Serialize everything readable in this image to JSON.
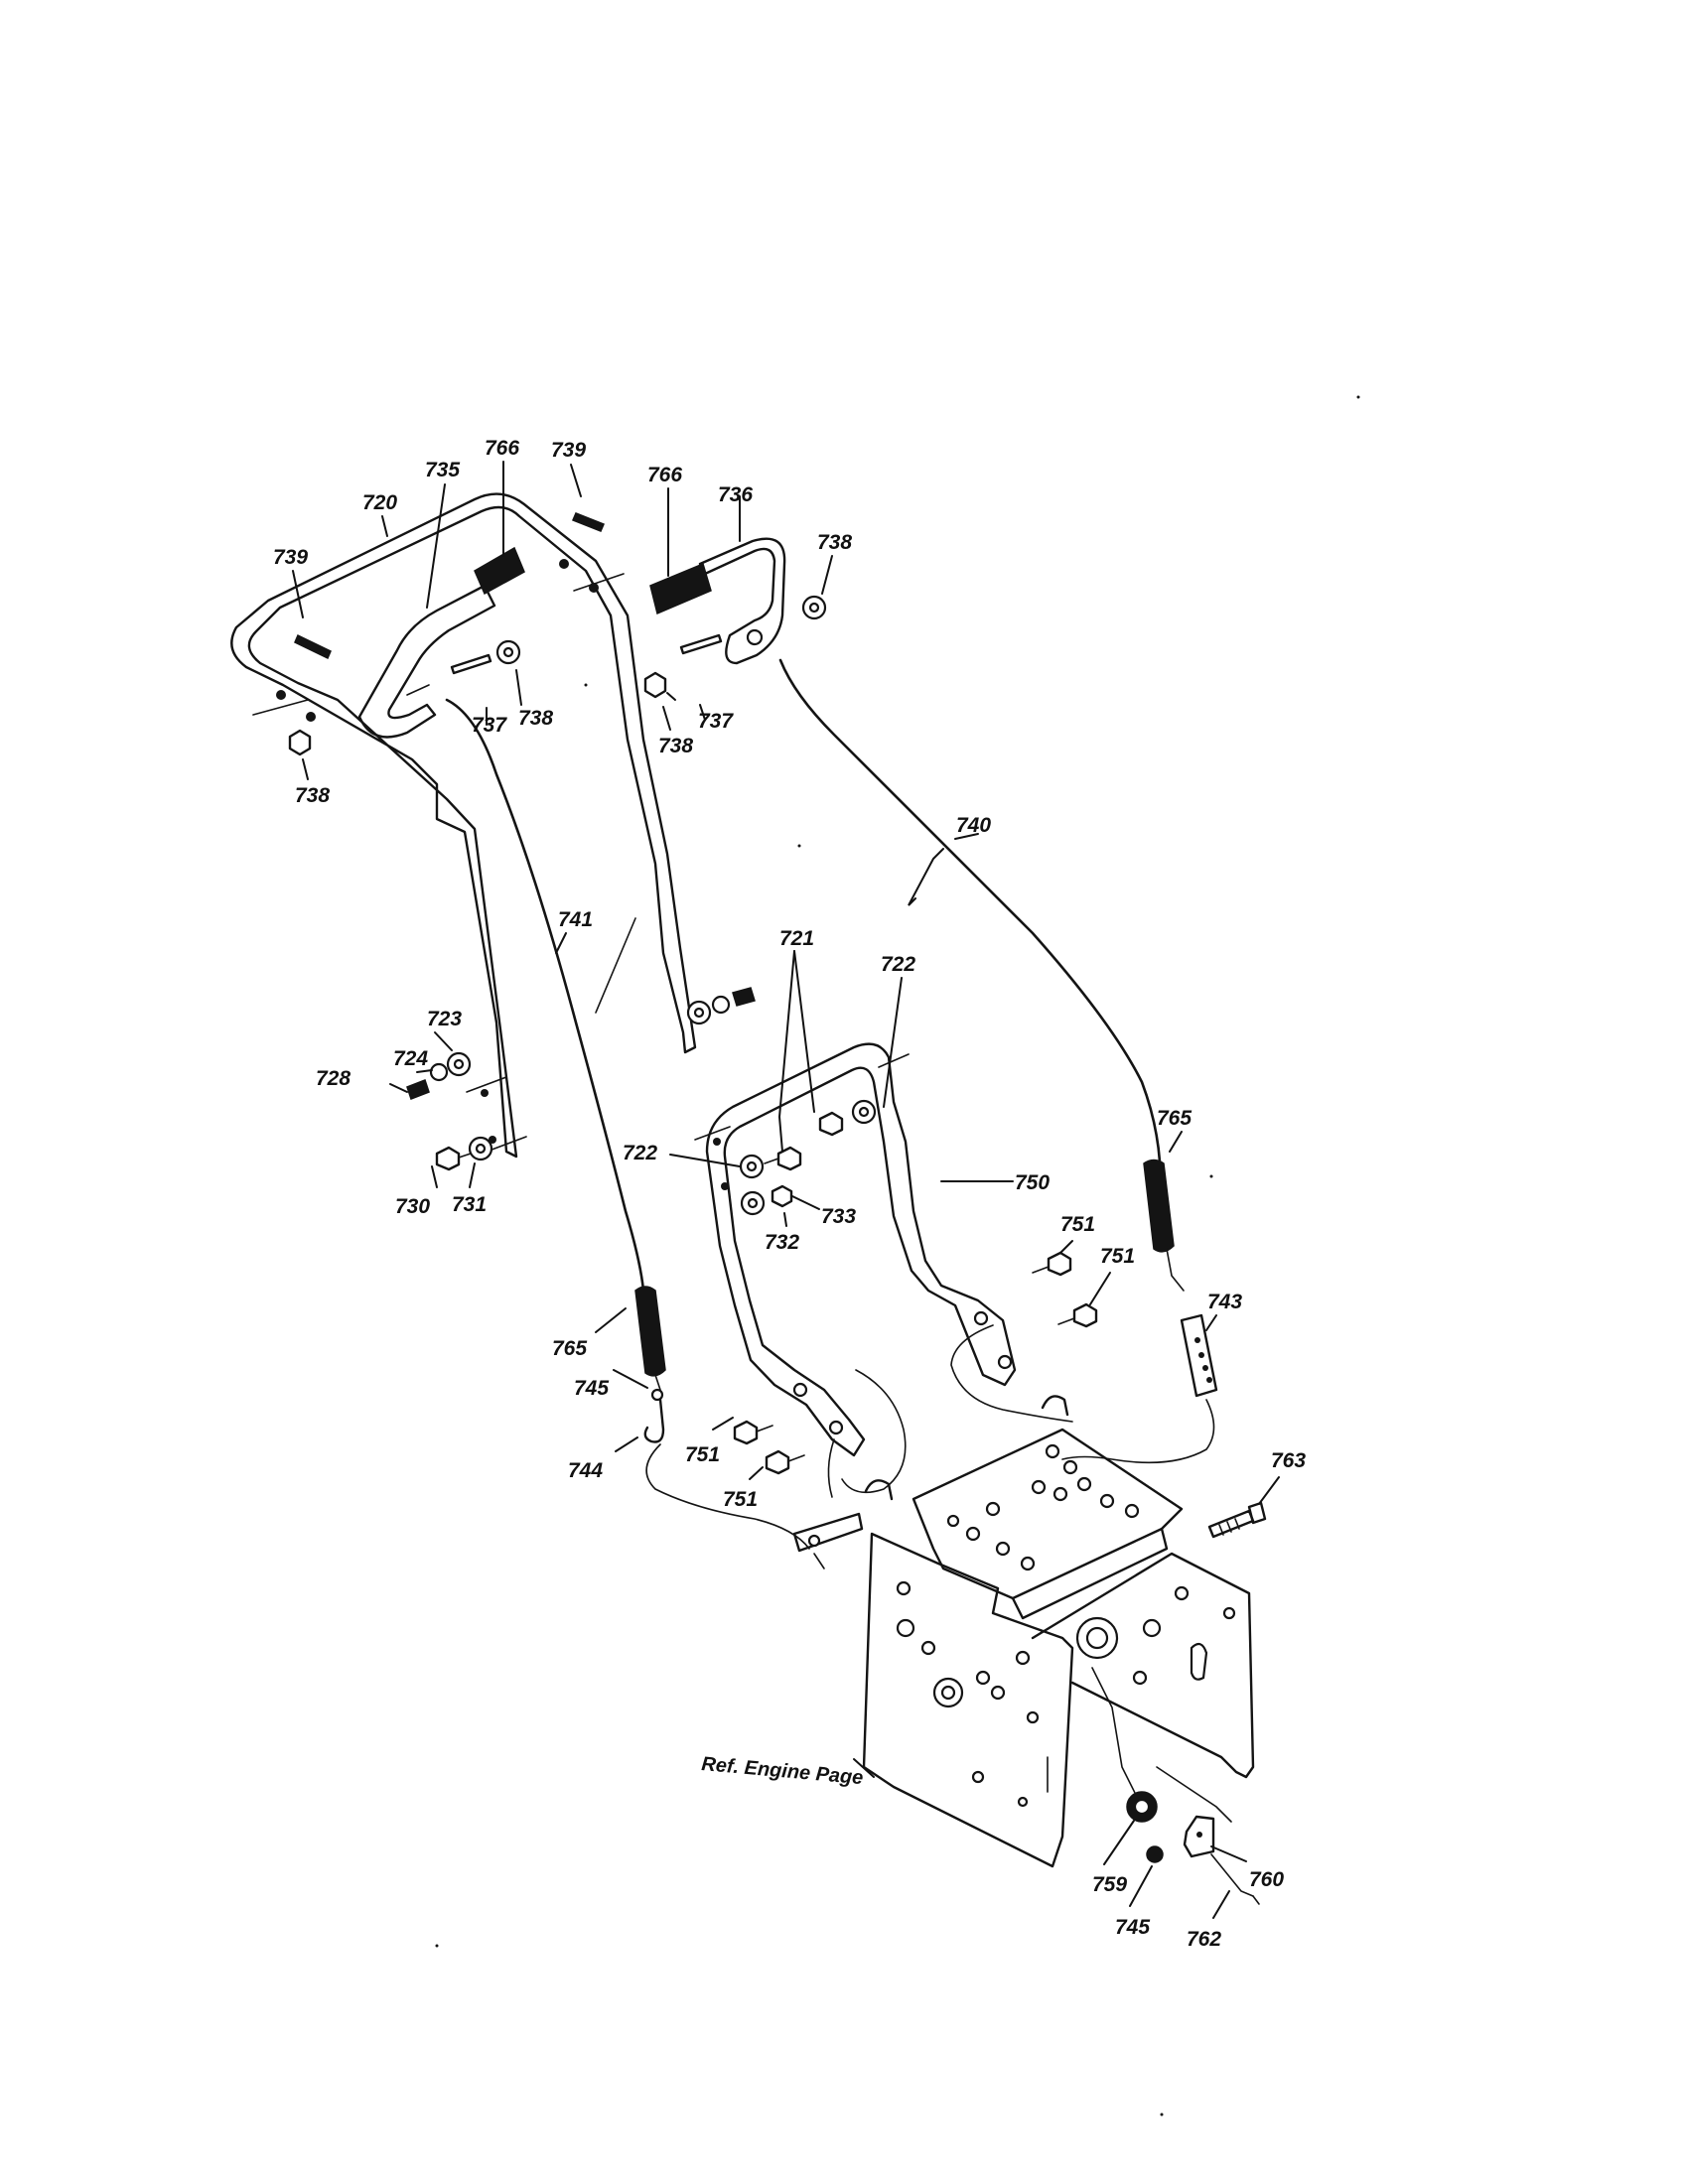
{
  "diagram": {
    "reference_label": "Ref. Engine Page",
    "part_labels": [
      {
        "id": "lbl-766-a",
        "text": "766"
      },
      {
        "id": "lbl-739-a",
        "text": "739"
      },
      {
        "id": "lbl-735",
        "text": "735"
      },
      {
        "id": "lbl-720",
        "text": "720"
      },
      {
        "id": "lbl-739-b",
        "text": "739"
      },
      {
        "id": "lbl-766-b",
        "text": "766"
      },
      {
        "id": "lbl-736",
        "text": "736"
      },
      {
        "id": "lbl-738-a",
        "text": "738"
      },
      {
        "id": "lbl-737-a",
        "text": "737"
      },
      {
        "id": "lbl-738-b",
        "text": "738"
      },
      {
        "id": "lbl-738-c",
        "text": "738"
      },
      {
        "id": "lbl-737-b",
        "text": "737"
      },
      {
        "id": "lbl-738-d",
        "text": "738"
      },
      {
        "id": "lbl-740",
        "text": "740"
      },
      {
        "id": "lbl-741",
        "text": "741"
      },
      {
        "id": "lbl-721",
        "text": "721"
      },
      {
        "id": "lbl-722-a",
        "text": "722"
      },
      {
        "id": "lbl-723",
        "text": "723"
      },
      {
        "id": "lbl-724",
        "text": "724"
      },
      {
        "id": "lbl-728",
        "text": "728"
      },
      {
        "id": "lbl-722-b",
        "text": "722"
      },
      {
        "id": "lbl-765-a",
        "text": "765"
      },
      {
        "id": "lbl-750",
        "text": "750"
      },
      {
        "id": "lbl-733",
        "text": "733"
      },
      {
        "id": "lbl-732",
        "text": "732"
      },
      {
        "id": "lbl-730",
        "text": "730"
      },
      {
        "id": "lbl-731",
        "text": "731"
      },
      {
        "id": "lbl-751-a",
        "text": "751"
      },
      {
        "id": "lbl-751-b",
        "text": "751"
      },
      {
        "id": "lbl-743",
        "text": "743"
      },
      {
        "id": "lbl-765-b",
        "text": "765"
      },
      {
        "id": "lbl-745-a",
        "text": "745"
      },
      {
        "id": "lbl-744",
        "text": "744"
      },
      {
        "id": "lbl-751-c",
        "text": "751"
      },
      {
        "id": "lbl-751-d",
        "text": "751"
      },
      {
        "id": "lbl-763",
        "text": "763"
      },
      {
        "id": "lbl-760",
        "text": "760"
      },
      {
        "id": "lbl-759",
        "text": "759"
      },
      {
        "id": "lbl-745-b",
        "text": "745"
      },
      {
        "id": "lbl-762",
        "text": "762"
      }
    ]
  }
}
